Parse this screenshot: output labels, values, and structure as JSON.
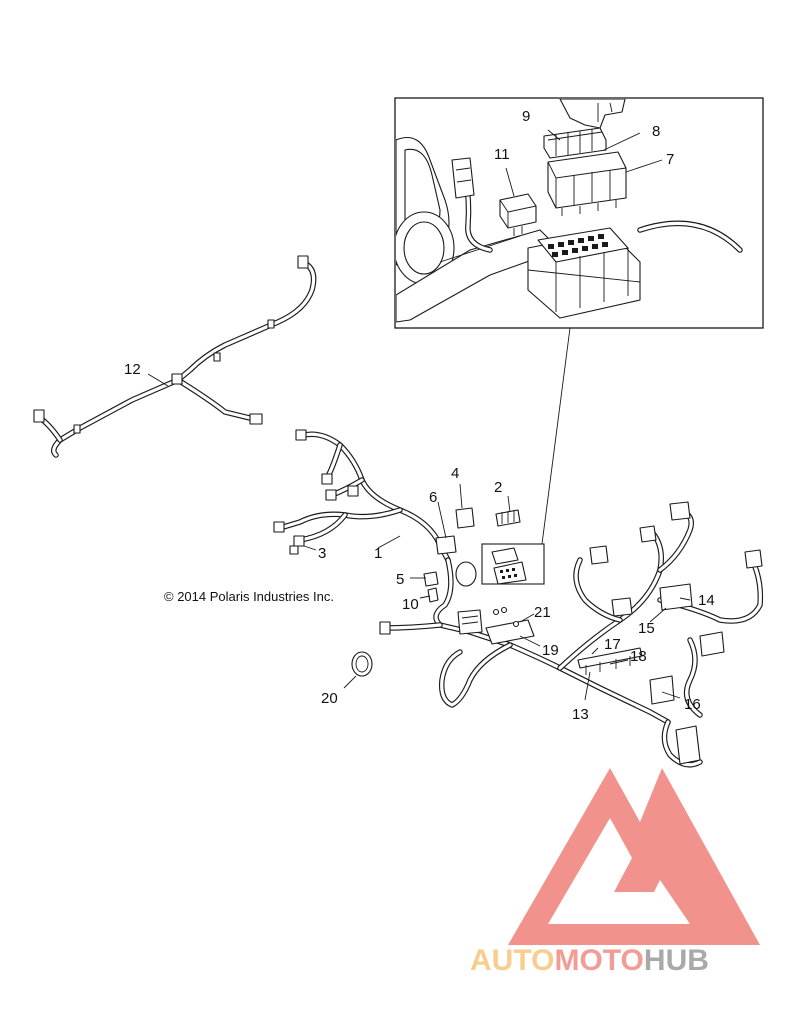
{
  "diagram": {
    "copyright": "© 2014 Polaris Industries Inc.",
    "callouts": {
      "c1": "1",
      "c2": "2",
      "c3": "3",
      "c4": "4",
      "c5": "5",
      "c6": "6",
      "c7": "7",
      "c8": "8",
      "c9": "9",
      "c10": "10",
      "c11": "11",
      "c12": "12",
      "c13": "13",
      "c14": "14",
      "c15": "15",
      "c16": "16",
      "c17": "17",
      "c18": "18",
      "c19": "19",
      "c20": "20",
      "c21": "21"
    }
  },
  "watermark": {
    "part1": "AUTO",
    "part2": "MOTO",
    "part3": "HUB",
    "color_auto": "#f5c67a",
    "color_moto": "#f28b84",
    "color_hub": "#9b9b9b",
    "logo_color": "#f07f78"
  }
}
